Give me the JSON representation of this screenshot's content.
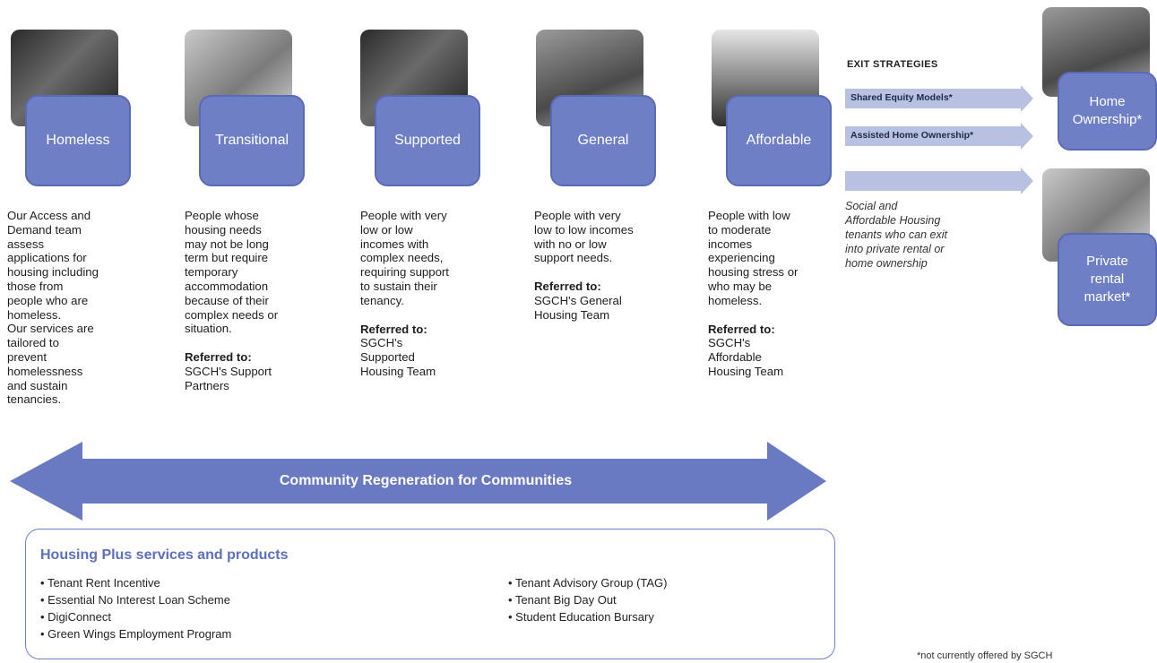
{
  "colors": {
    "box_fill": "#6f7fc6",
    "box_border": "#5a6ab4",
    "arrow_fill": "#6a7ac2",
    "exit_arrow_fill": "#b9c1e3",
    "title_color": "#5e6fbd"
  },
  "stages": [
    {
      "label": "Homeless",
      "icon": "photo-people",
      "lines": [
        "Our Access and",
        "Demand team",
        "assess",
        "applications for",
        "housing including",
        "those from",
        "people who are",
        "homeless.",
        "Our services are",
        "tailored to",
        "prevent",
        "homelessness",
        "and sustain",
        "tenancies."
      ],
      "referred_label": "",
      "referred_lines": []
    },
    {
      "label": "Transitional",
      "icon": "photo-room",
      "lines": [
        "People whose",
        "housing needs",
        "may not be long",
        "term but require",
        "temporary",
        "accommodation",
        "because of their",
        "complex needs or",
        "situation."
      ],
      "referred_label": "Referred to:",
      "referred_lines": [
        "SGCH's Support",
        "Partners"
      ]
    },
    {
      "label": "Supported",
      "icon": "photo-house-in-hands",
      "lines": [
        "People with very",
        "low or low",
        "incomes with",
        "complex needs,",
        "requiring support",
        "to sustain their",
        "tenancy."
      ],
      "referred_label": "Referred to:",
      "referred_lines": [
        "SGCH's",
        "Supported",
        "Housing Team"
      ]
    },
    {
      "label": "General",
      "icon": "photo-family",
      "lines": [
        "People with very",
        "low to low incomes",
        "with no or low",
        "support needs."
      ],
      "referred_label": "Referred to:",
      "referred_lines": [
        "SGCH's  General",
        "Housing Team"
      ]
    },
    {
      "label": "Affordable",
      "icon": "photo-building",
      "lines": [
        "People with  low",
        "to moderate",
        "incomes",
        "experiencing",
        "housing stress or",
        "who may be",
        "homeless."
      ],
      "referred_label": "Referred to:",
      "referred_lines": [
        "SGCH's",
        "Affordable",
        "Housing Team"
      ]
    }
  ],
  "exit": {
    "title": "EXIT STRATEGIES",
    "arrows": [
      "Shared Equity Models*",
      "Assisted Home Ownership*",
      ""
    ],
    "note_lines": [
      "Social and",
      "Affordable Housing",
      "tenants who can exit",
      "into private rental or",
      "home ownership"
    ],
    "destinations": [
      "Home\nOwnership*",
      "Private\nrental\nmarket*"
    ]
  },
  "community_arrow_label": "Community Regeneration for Communities",
  "housing_plus": {
    "title": "Housing Plus services and products",
    "left_items": [
      "Tenant Rent Incentive",
      "Essential No Interest Loan Scheme",
      "DigiConnect",
      "Green Wings Employment Program"
    ],
    "right_items": [
      "Tenant Advisory Group (TAG)",
      "Tenant Big Day Out",
      "Student Education Bursary"
    ]
  },
  "footnote": "*not currently offered by SGCH"
}
